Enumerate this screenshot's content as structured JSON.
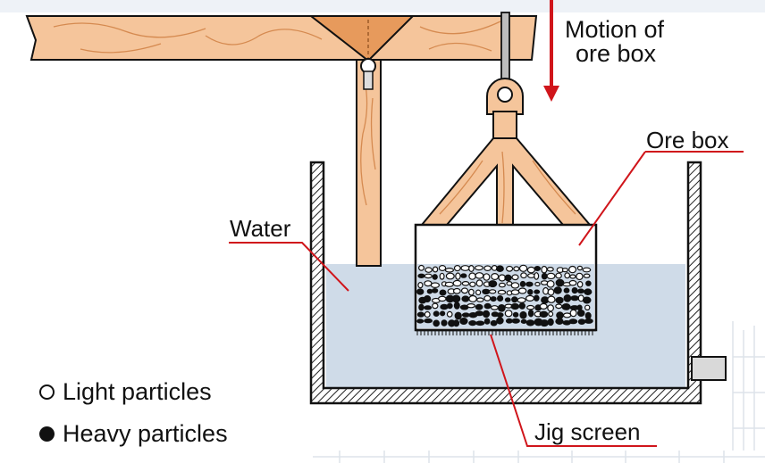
{
  "labels": {
    "motion_line1": "Motion of",
    "motion_line2": "ore box",
    "ore_box": "Ore box",
    "water": "Water",
    "jig_screen": "Jig screen"
  },
  "legend": {
    "light": "Light particles",
    "heavy": "Heavy particles"
  },
  "colors": {
    "wood": "#f5c59b",
    "wood_dark": "#e79a5c",
    "water": "#cfdbe8",
    "leader_line": "#d0151b",
    "arrow": "#d0151b"
  }
}
